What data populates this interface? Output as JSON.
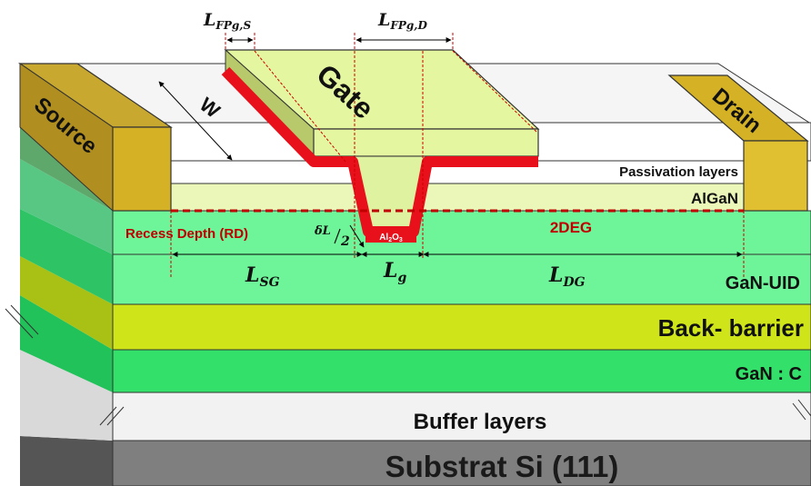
{
  "layers": {
    "substrate": "Substrat Si (111)",
    "buffer": "Buffer layers",
    "gan_c": "GaN : C",
    "back_barrier": "Back- barrier",
    "gan_uid": "GaN-UID",
    "two_deg": "2DEG",
    "algan": "AlGaN",
    "passivation": "Passivation layers"
  },
  "contacts": {
    "source": "Source",
    "drain": "Drain",
    "gate": "Gate"
  },
  "labels": {
    "recess_depth": "Recess Depth (RD)",
    "width": "W",
    "dielectric_main": "Al",
    "dielectric_sub1": "2",
    "dielectric_o": "O",
    "dielectric_sub2": "3",
    "delta_main": "δL",
    "delta_den": "2",
    "lfpgs_main": "L",
    "lfpgs_sub": "FPg,S",
    "lfpgd_main": "L",
    "lfpgd_sub": "FPg,D",
    "lsg_main": "L",
    "lsg_sub": "SG",
    "lg_main": "L",
    "lg_sub": "g",
    "ldg_main": "L",
    "ldg_sub": "DG"
  },
  "colors": {
    "substrate_front": "#7f7f7f",
    "substrate_side": "#5a5a5a",
    "buffer_front": "#f2f2f2",
    "gan_c_front": "#33e06a",
    "back_barrier_front": "#cfe51a",
    "gan_uid_front": "#6ef59a",
    "algan_front": "#eaf7b8",
    "passivation_front": "#ffffff",
    "contact_gold": "#d4b125",
    "gate_top": "#e4f7a0",
    "oxide_red": "#e8101a",
    "two_deg_red": "#c00000"
  }
}
